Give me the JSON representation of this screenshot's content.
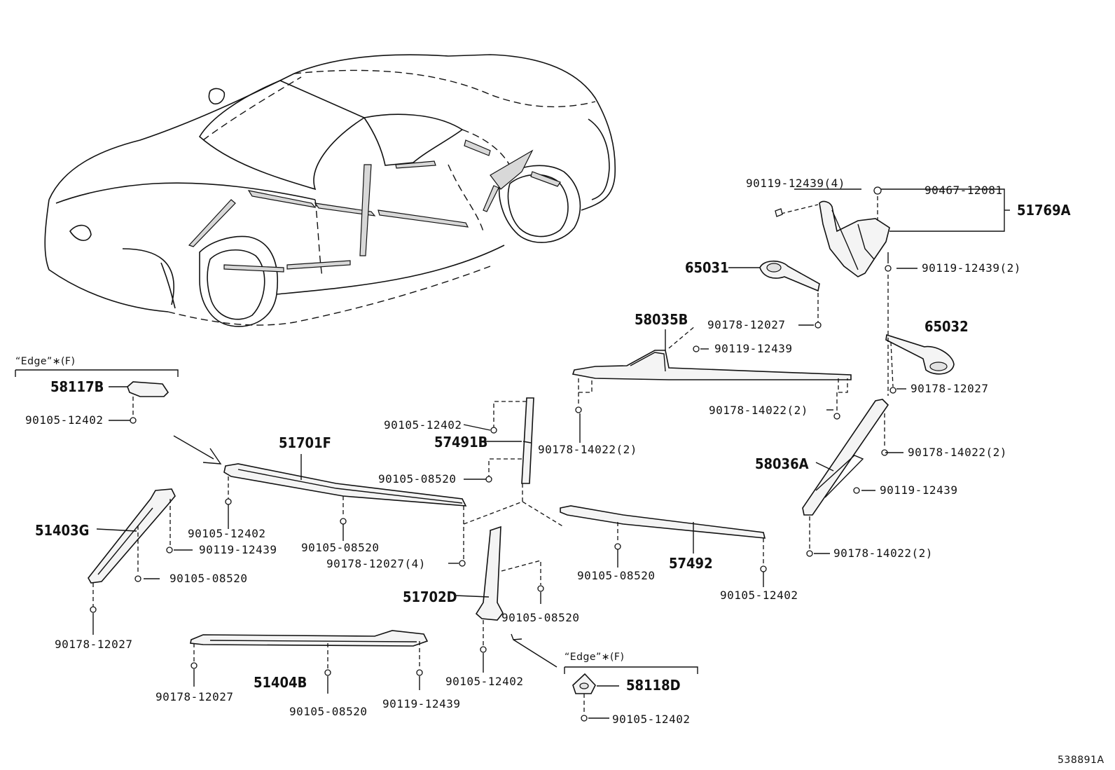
{
  "figure_id": "538891A",
  "labels": {
    "p51769A": "51769A",
    "p90467_12081": "90467-12081",
    "p90119_12439_4": "90119-12439(4)",
    "p90119_12439_2a": "90119-12439(2)",
    "p65031": "65031",
    "p90178_12027_a": "90178-12027",
    "p58035B": "58035B",
    "p90119_12439_a": "90119-12439",
    "p65032": "65032",
    "p90178_12027_b": "90178-12027",
    "p90178_14022_2a": "90178-14022(2)",
    "p90178_14022_2b": "90178-14022(2)",
    "p90178_14022_2c": "90178-14022(2)",
    "p58036A": "58036A",
    "p90119_12439_b": "90119-12439",
    "p90178_14022_2d": "90178-14022(2)",
    "edge_f_1": "“Edge”∗(F)",
    "p58117B": "58117B",
    "p90105_12402_a": "90105-12402",
    "p51701F": "51701F",
    "p90105_12402_b": "90105-12402",
    "p57491B": "57491B",
    "p90105_08520_a": "90105-08520",
    "p51403G": "51403G",
    "p90105_12402_c": "90105-12402",
    "p90119_12439_c": "90119-12439",
    "p90105_08520_b": "90105-08520",
    "p90178_12027_4": "90178-12027(4)",
    "p90105_08520_c": "90105-08520",
    "p57492": "57492",
    "p90105_08520_d": "90105-08520",
    "p90105_12402_d": "90105-12402",
    "p51702D": "51702D",
    "p90105_08520_e": "90105-08520",
    "p90178_12027_c": "90178-12027",
    "p51404B": "51404B",
    "p90178_12027_d": "90178-12027",
    "p90105_08520_f": "90105-08520",
    "p90119_12439_d": "90119-12439",
    "p90105_12402_e": "90105-12402",
    "edge_f_2": "“Edge”∗(F)",
    "p58118D": "58118D",
    "p90105_12402_f": "90105-12402"
  }
}
